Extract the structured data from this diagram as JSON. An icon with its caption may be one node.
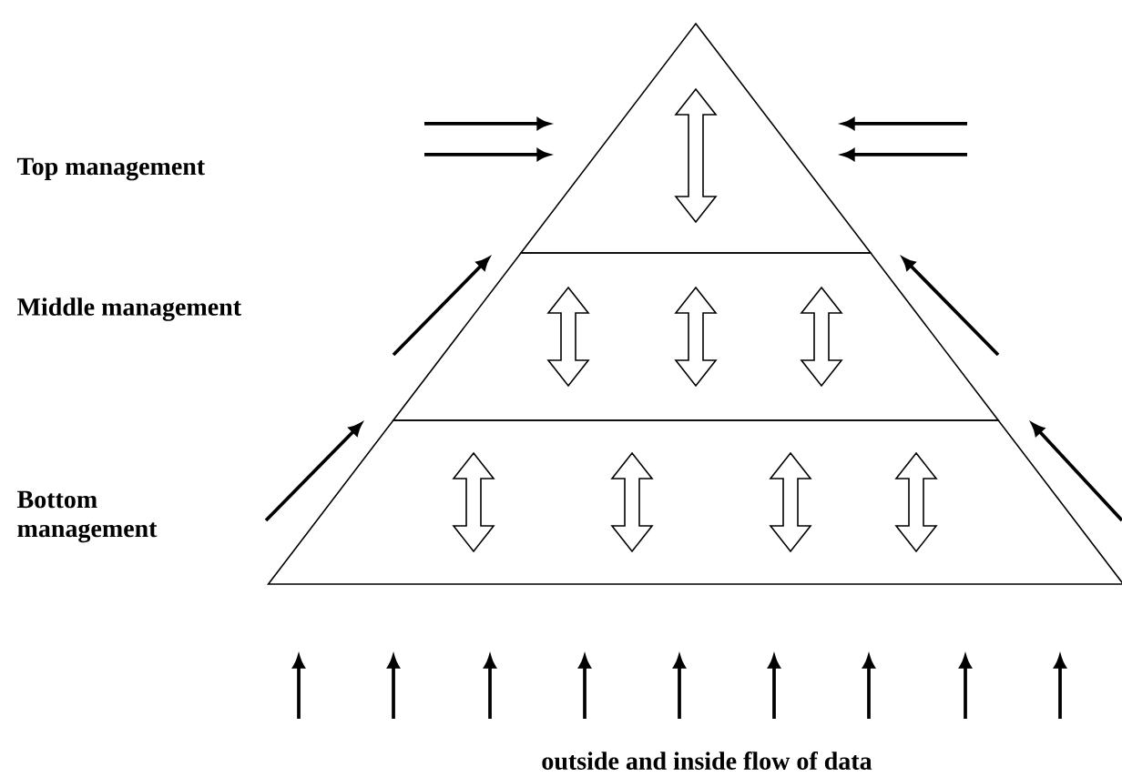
{
  "diagram": {
    "nodes": [
      {
        "text": [],
        "shape": "triangle"
      },
      {
        "text": [],
        "shape": "trapezoid"
      },
      {
        "text": [],
        "shape": "trapezoid"
      }
    ],
    "labels": [
      "Top management",
      "Middle management",
      "Bottom management",
      "outside and inside flow of data"
    ]
  }
}
